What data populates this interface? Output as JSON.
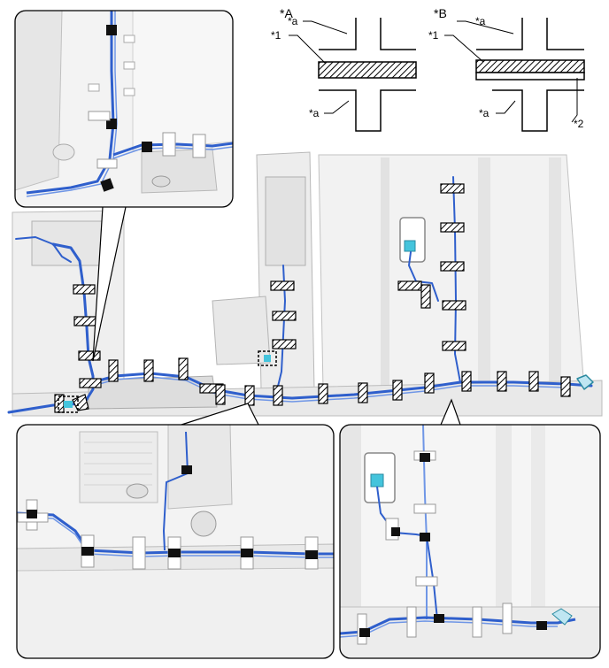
{
  "legend": {
    "a": {
      "title": "*A",
      "callout_1": "*1",
      "callout_a_top": "*a",
      "callout_a_bottom": "*a"
    },
    "b": {
      "title": "*B",
      "callout_1": "*1",
      "callout_2": "*2",
      "callout_a_top": "*a",
      "callout_a_bottom": "*a"
    }
  },
  "colors": {
    "harness": "#2f5fcc",
    "harness_light": "#6f96e6",
    "panel_fill": "#eeeeee",
    "panel_stroke": "#b4b4b4",
    "tape_black": "#111111",
    "connector": "#44c4dc"
  },
  "icons": {
    "tape_marker": "hatched-tape-icon",
    "clamp_marker": "clamp-icon",
    "connector_marker": "connector-icon"
  }
}
